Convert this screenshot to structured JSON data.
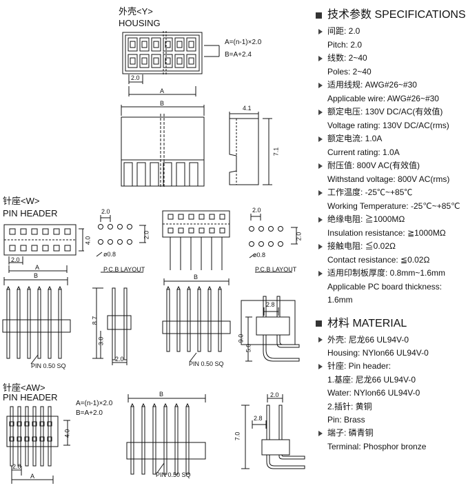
{
  "housing": {
    "title_zh": "外壳<Y>",
    "title_en": "HOUSING",
    "formula_a": "A=(n-1)×2.0",
    "formula_b": "B=A+2.4",
    "dim_pitch": "2.0",
    "dim_a": "A",
    "dim_b": "B",
    "dim_depth": "4.1",
    "dim_height": "7.1"
  },
  "pin_header_w": {
    "title_zh": "针座<W>",
    "title_en": "PIN HEADER",
    "dim_pitch": "2.0",
    "dim_row": "4.0",
    "dim_a": "A",
    "dim_b": "B",
    "hole": "ø0.8",
    "pcb_label": "P.C.B  LAYOUT",
    "pin_sq": "PIN 0.50 SQ",
    "dim_87": "8.7",
    "dim_30": "3.0",
    "dim_20": "2.0",
    "dim_28": "2.8",
    "dim_90": "9.0",
    "dim_50": "5.0"
  },
  "pin_header_aw": {
    "title_zh": "针座<AW>",
    "title_en": "PIN HEADER",
    "formula_a": "A=(n-1)×2.0",
    "formula_b": "B=A+2.0",
    "dim_40": "4.0",
    "dim_20": "2.0",
    "dim_a": "A",
    "dim_b": "B",
    "pin_sq": "PIN 0.50 SQ",
    "dim_28": "2.8",
    "dim_70": "7.0"
  },
  "specifications": {
    "heading": "技术参数  SPECIFICATIONS",
    "items": [
      {
        "zh": "间距: 2.0",
        "en": "Pitch: 2.0"
      },
      {
        "zh": "线数: 2~40",
        "en": "Poles: 2~40"
      },
      {
        "zh": "适用线规: AWG#26~#30",
        "en": "Applicable wire: AWG#26~#30"
      },
      {
        "zh": "额定电压: 130V DC/AC(有效值)",
        "en": "Voltage rating: 130V DC/AC(rms)"
      },
      {
        "zh": "额定电流: 1.0A",
        "en": "Current rating: 1.0A"
      },
      {
        "zh": "耐压值: 800V AC(有效值)",
        "en": "Withstand voltage: 800V AC(rms)"
      },
      {
        "zh": "工作温度: -25℃~+85℃",
        "en": "Working Temperature: -25℃~+85℃"
      },
      {
        "zh": "绝缘电阻: ≧1000MΩ",
        "en": "Insulation resistance: ≧1000MΩ"
      },
      {
        "zh": "接触电阻: ≦0.02Ω",
        "en": "Contact resistance: ≦0.02Ω"
      },
      {
        "zh": "适用印制板厚度: 0.8mm~1.6mm",
        "en": "Applicable PC board thickness: 1.6mm"
      }
    ]
  },
  "material": {
    "heading": "材料  MATERIAL",
    "lines": [
      {
        "bullet": true,
        "text": "外壳: 尼龙66  UL94V-0"
      },
      {
        "bullet": false,
        "text": "Housing: NYlon66 UL94V-0"
      },
      {
        "bullet": true,
        "text": "针座: Pin header:"
      },
      {
        "bullet": false,
        "text": "1.基座: 尼龙66  UL94V-0"
      },
      {
        "bullet": false,
        "text": "Water: NYlon66 UL94V-0"
      },
      {
        "bullet": false,
        "text": "2.插针: 黄铜"
      },
      {
        "bullet": false,
        "text": "Pin: Brass"
      },
      {
        "bullet": true,
        "text": "端子: 磷青铜"
      },
      {
        "bullet": false,
        "text": "Terminal: Phosphor bronze"
      }
    ]
  }
}
